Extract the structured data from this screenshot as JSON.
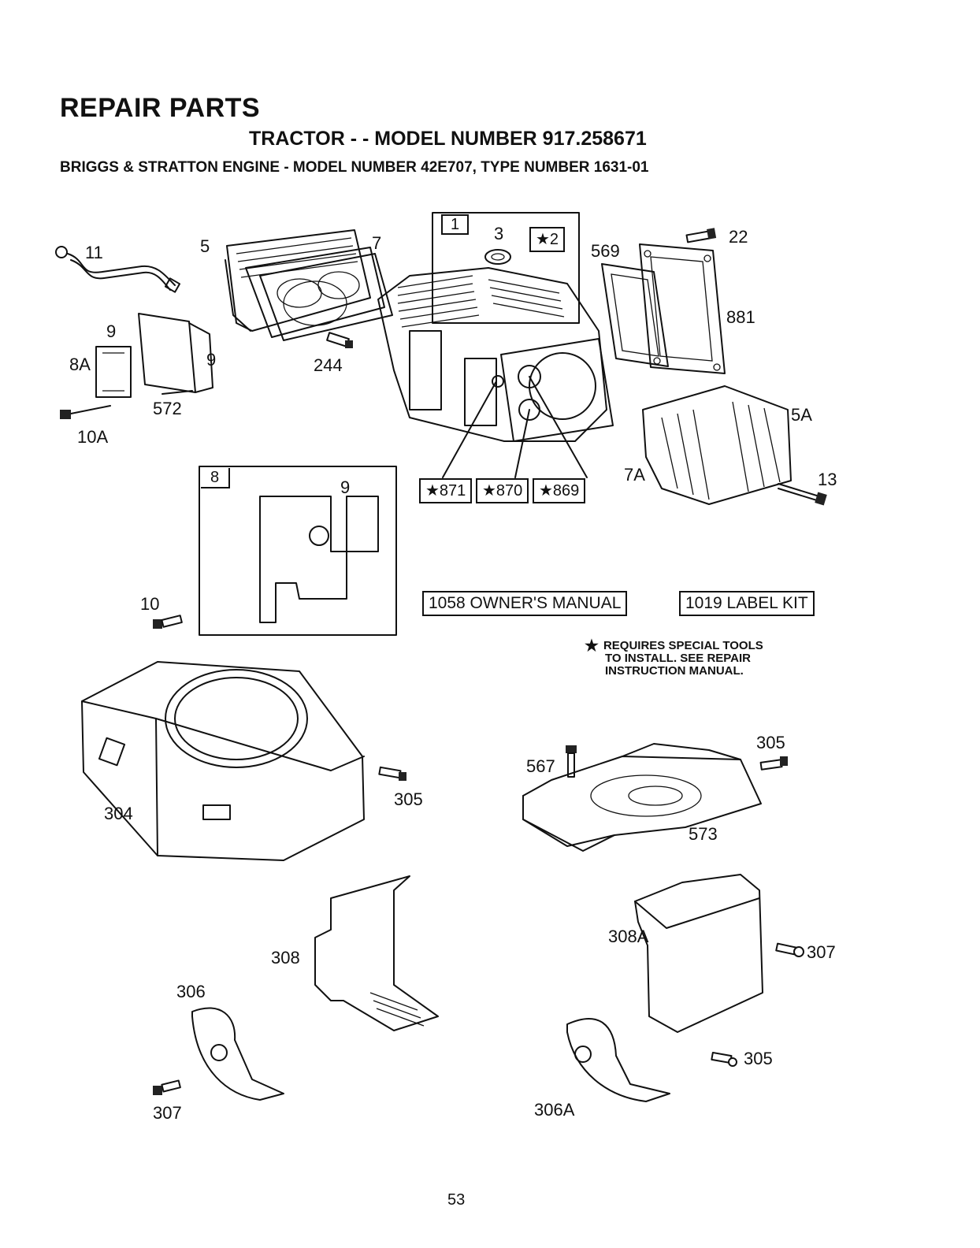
{
  "header": {
    "title": "REPAIR PARTS",
    "subtitle": "TRACTOR - - MODEL NUMBER 917.258671",
    "engine_line": "BRIGGS & STRATTON ENGINE - MODEL NUMBER 42E707, TYPE NUMBER 1631-01"
  },
  "callouts": {
    "p11": "11",
    "p5": "5",
    "p7": "7",
    "p3": "3",
    "p569": "569",
    "p22": "22",
    "p881": "881",
    "p9a": "9",
    "p8a": "8A",
    "p9b": "9",
    "p244": "244",
    "p572": "572",
    "p10a": "10A",
    "p5a": "5A",
    "p7a": "7A",
    "p13": "13",
    "p9c": "9",
    "p10": "10",
    "p305a": "305",
    "p304": "304",
    "p305b": "305",
    "p567": "567",
    "p573": "573",
    "p308": "308",
    "p306": "306",
    "p307a": "307",
    "p308a": "308A",
    "p307b": "307",
    "p305c": "305",
    "p306a": "306A"
  },
  "boxes": {
    "b1": "1",
    "b2": "★2",
    "b8": "8",
    "b871": "★871",
    "b870": "★870",
    "b869": "★869",
    "manual": "1058 OWNER'S MANUAL",
    "labelkit": "1019 LABEL KIT"
  },
  "note": {
    "star": "★",
    "line1": "REQUIRES SPECIAL TOOLS",
    "line2": "TO INSTALL.  SEE REPAIR",
    "line3": "INSTRUCTION MANUAL."
  },
  "page_number": "53"
}
